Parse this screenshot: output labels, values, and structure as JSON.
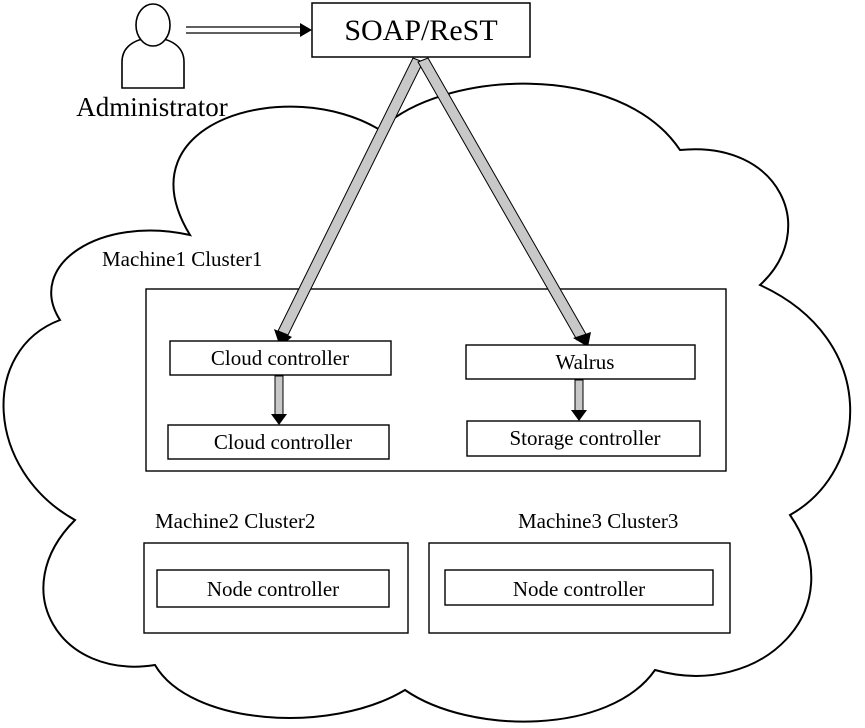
{
  "actor": {
    "label": "Administrator",
    "icon": "person-icon"
  },
  "api": {
    "label": "SOAP/ReST"
  },
  "machine1": {
    "label": "Machine1 Cluster1",
    "cloud_controller_top": "Cloud controller",
    "cloud_controller_bottom": "Cloud controller",
    "walrus": "Walrus",
    "storage_controller": "Storage controller"
  },
  "machine2": {
    "label": "Machine2 Cluster2",
    "node_controller": "Node controller"
  },
  "machine3": {
    "label": "Machine3 Cluster3",
    "node_controller": "Node controller"
  },
  "colors": {
    "stroke": "#000000",
    "arrow_fill": "#c8c8c8",
    "background": "#ffffff"
  }
}
